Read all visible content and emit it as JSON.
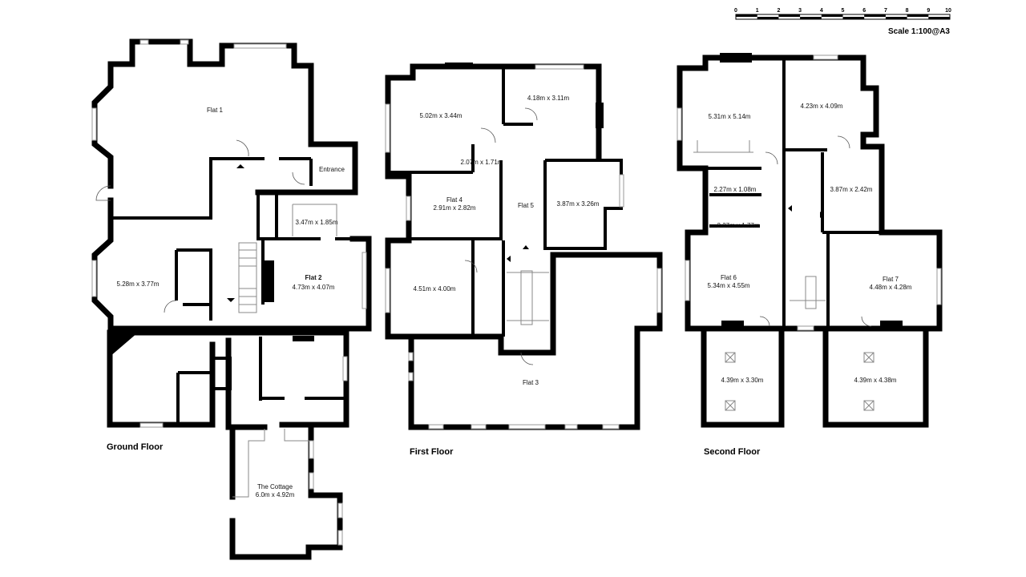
{
  "scale_bar": {
    "ticks": [
      "0",
      "1",
      "2",
      "3",
      "4",
      "5",
      "6",
      "7",
      "8",
      "9",
      "10"
    ],
    "label": "Scale 1:100@A3"
  },
  "ground_floor": {
    "title": "Ground Floor",
    "rooms": {
      "flat1": "Flat 1",
      "entrance": "Entrance",
      "small_room": "3.47m x 1.85m",
      "left_room": "5.28m x 3.77m",
      "flat2_name": "Flat 2",
      "flat2_size": "4.73m x 4.07m",
      "cottage_name": "The Cottage",
      "cottage_size": "6.0m x 4.92m"
    }
  },
  "first_floor": {
    "title": "First Floor",
    "rooms": {
      "r1": "5.02m x 3.44m",
      "r2": "4.18m x 3.11m",
      "bath": "2.07m x 1.71m",
      "flat4_name": "Flat 4",
      "flat4_size": "2.91m x 2.82m",
      "flat5": "Flat 5",
      "r3": "3.87m x 3.26m",
      "r4": "4.51m x 4.00m",
      "flat3": "Flat 3"
    }
  },
  "second_floor": {
    "title": "Second Floor",
    "rooms": {
      "r1": "5.31m x 5.14m",
      "r2": "4.23m x 4.09m",
      "bath1": "2.27m x 1.08m",
      "bath2": "2.27m x 1.77m",
      "r3": "3.87m x 2.42m",
      "flat6_name": "Flat 6",
      "flat6_size": "5.34m x 4.55m",
      "flat7_name": "Flat 7",
      "flat7_size": "4.48m x 4.28m",
      "loft1": "4.39m x 3.30m",
      "loft2": "4.39m x 4.38m"
    }
  }
}
